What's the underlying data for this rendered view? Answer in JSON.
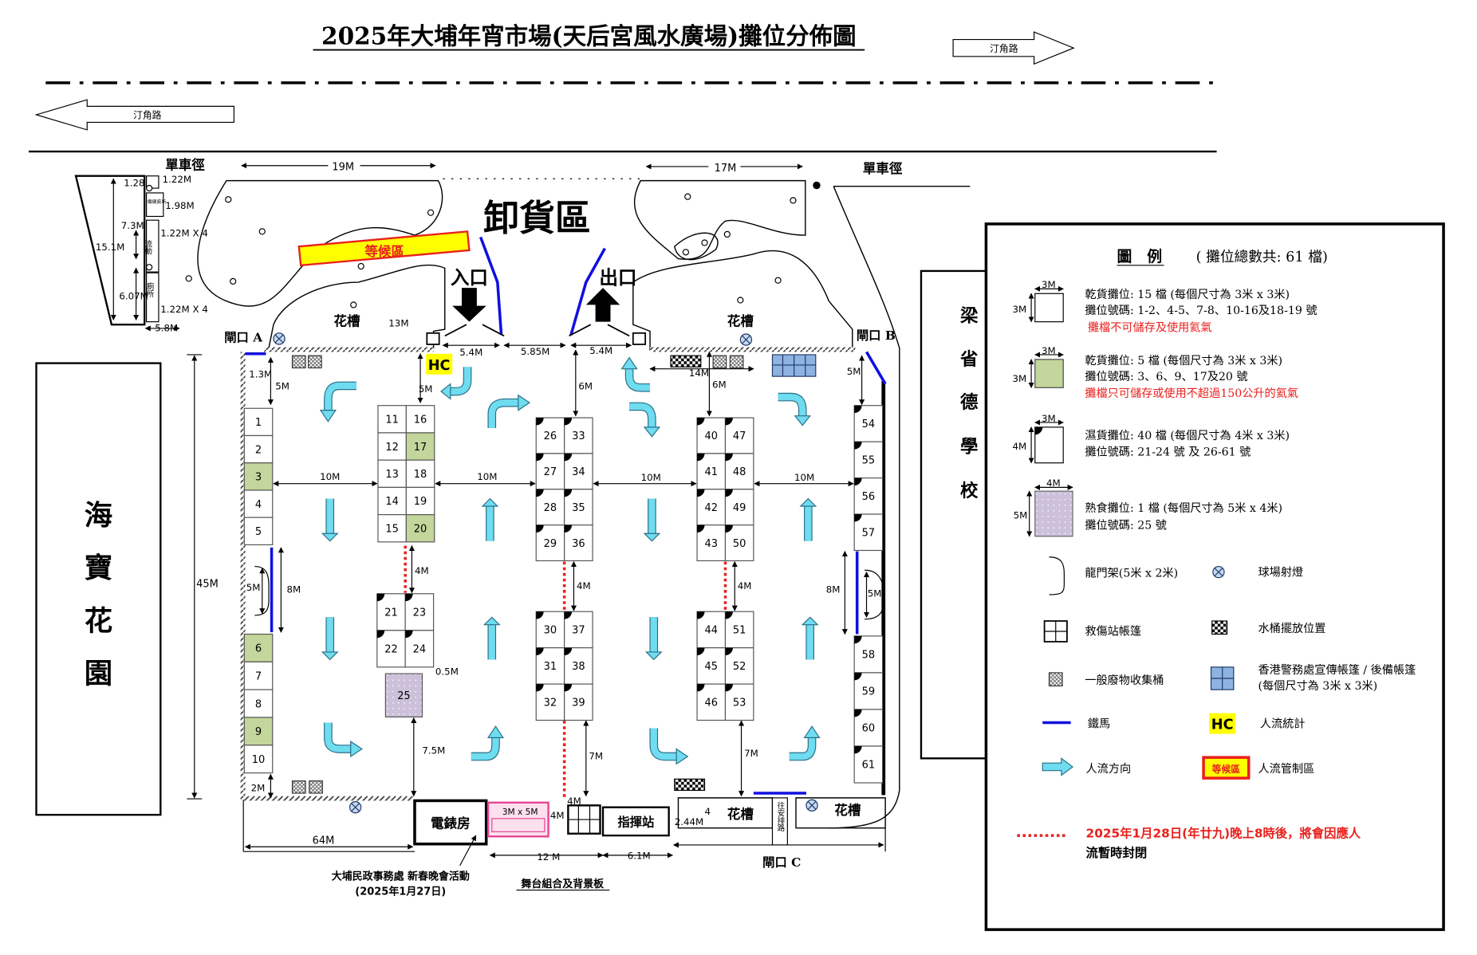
{
  "title": "2025年大埔年宵市場(天后宮風水廣場)攤位分佈圖",
  "roads": {
    "ting_kok_road_east": "汀角路",
    "ting_kok_road_west": "汀角路"
  },
  "cycle_track_left": "單車徑",
  "cycle_track_right": "單車徑",
  "buildings": {
    "hoi_bo_garden": [
      "海",
      "寶",
      "花",
      "園"
    ],
    "school": [
      "梁",
      "省",
      "德",
      "學",
      "校"
    ]
  },
  "areas": {
    "unloading": "卸貨區",
    "waiting": "等候區",
    "entrance": "入口",
    "exit": "出口",
    "planter": "花槽",
    "gate_a": "閘口 A",
    "gate_b": "閘口 B",
    "gate_c": "閘口 C",
    "hc": "HC",
    "electric_room": "電錶房",
    "command_post": "指揮站",
    "stage_size": "3M x 5M",
    "access_road": "往安排路"
  },
  "toilets": {
    "accessible": "傷健廁所",
    "mobile": "流動",
    "toilet": "廁所",
    "d_122": "1.22M",
    "d_198": "1.98M",
    "d_122x4a": "1.22M X 4",
    "d_122x4b": "1.22M X 4",
    "d_128": "1.28",
    "d_73": "7.3M",
    "d_151": "15.1M",
    "d_607": "6.07M",
    "d_58": "5.8M"
  },
  "dimensions": {
    "d19": "19M",
    "d17": "17M",
    "d13": "13M",
    "d54a": "5.4M",
    "d585": "5.85M",
    "d54b": "5.4M",
    "d14": "14M",
    "d13b": "1.3M",
    "d5a": "5M",
    "d5b": "5M",
    "d6a": "6M",
    "d6b": "6M",
    "d5c": "5M",
    "d10a": "10M",
    "d10b": "10M",
    "d10c": "10M",
    "d10d": "10M",
    "d45": "45M",
    "d5side": "5M",
    "d8a": "8M",
    "d4a": "4M",
    "d4b": "4M",
    "d4c": "4M",
    "d8b": "8M",
    "d5right": "5M",
    "d05": "0.5M",
    "d75": "7.5M",
    "d7a": "7M",
    "d7b": "7M",
    "d2": "2M",
    "d4d": "4M",
    "d4e": "4M",
    "d4f": "4",
    "d244": "2.44M",
    "d64": "64M",
    "d12": "12 M",
    "d61": "6.1M"
  },
  "stalls": [
    {
      "no": "1",
      "type": "dry"
    },
    {
      "no": "2",
      "type": "dry"
    },
    {
      "no": "3",
      "type": "dry_helium"
    },
    {
      "no": "4",
      "type": "dry"
    },
    {
      "no": "5",
      "type": "dry"
    },
    {
      "no": "6",
      "type": "dry_helium"
    },
    {
      "no": "7",
      "type": "dry"
    },
    {
      "no": "8",
      "type": "dry"
    },
    {
      "no": "9",
      "type": "dry_helium"
    },
    {
      "no": "10",
      "type": "dry"
    },
    {
      "no": "11",
      "type": "dry"
    },
    {
      "no": "12",
      "type": "dry"
    },
    {
      "no": "13",
      "type": "dry"
    },
    {
      "no": "14",
      "type": "dry"
    },
    {
      "no": "15",
      "type": "dry"
    },
    {
      "no": "16",
      "type": "dry"
    },
    {
      "no": "17",
      "type": "dry_helium"
    },
    {
      "no": "18",
      "type": "dry"
    },
    {
      "no": "19",
      "type": "dry"
    },
    {
      "no": "20",
      "type": "dry_helium"
    },
    {
      "no": "21",
      "type": "wet"
    },
    {
      "no": "22",
      "type": "wet"
    },
    {
      "no": "23",
      "type": "wet"
    },
    {
      "no": "24",
      "type": "wet"
    },
    {
      "no": "25",
      "type": "cooked"
    },
    {
      "no": "26",
      "type": "wet"
    },
    {
      "no": "27",
      "type": "wet"
    },
    {
      "no": "28",
      "type": "wet"
    },
    {
      "no": "29",
      "type": "wet"
    },
    {
      "no": "30",
      "type": "wet"
    },
    {
      "no": "31",
      "type": "wet"
    },
    {
      "no": "32",
      "type": "wet"
    },
    {
      "no": "33",
      "type": "wet"
    },
    {
      "no": "34",
      "type": "wet"
    },
    {
      "no": "35",
      "type": "wet"
    },
    {
      "no": "36",
      "type": "wet"
    },
    {
      "no": "37",
      "type": "wet"
    },
    {
      "no": "38",
      "type": "wet"
    },
    {
      "no": "39",
      "type": "wet"
    },
    {
      "no": "40",
      "type": "wet"
    },
    {
      "no": "41",
      "type": "wet"
    },
    {
      "no": "42",
      "type": "wet"
    },
    {
      "no": "43",
      "type": "wet"
    },
    {
      "no": "44",
      "type": "wet"
    },
    {
      "no": "45",
      "type": "wet"
    },
    {
      "no": "46",
      "type": "wet"
    },
    {
      "no": "47",
      "type": "wet"
    },
    {
      "no": "48",
      "type": "wet"
    },
    {
      "no": "49",
      "type": "wet"
    },
    {
      "no": "50",
      "type": "wet"
    },
    {
      "no": "51",
      "type": "wet"
    },
    {
      "no": "52",
      "type": "wet"
    },
    {
      "no": "53",
      "type": "wet"
    },
    {
      "no": "54",
      "type": "wet"
    },
    {
      "no": "55",
      "type": "wet"
    },
    {
      "no": "56",
      "type": "wet"
    },
    {
      "no": "57",
      "type": "wet"
    },
    {
      "no": "58",
      "type": "wet"
    },
    {
      "no": "59",
      "type": "wet"
    },
    {
      "no": "60",
      "type": "wet"
    },
    {
      "no": "61",
      "type": "wet"
    }
  ],
  "colors": {
    "dry": "#ffffff",
    "dry_helium": "#c3d69b",
    "wet": "#ffffff",
    "cooked": "#ccc0da",
    "flow": "#6fdcf0",
    "barrier": "#1010e0",
    "police_tent": "#8db3e2",
    "hc_bg": "#ffff00",
    "waiting_bg": "#ffff00"
  },
  "bottom": {
    "event": "大埔民政事務處 新春晚會活動",
    "event_date": "(2025年1月27日)",
    "stage": "舞台組合及背景板"
  },
  "legend": {
    "title": "圖　例",
    "total": "( 攤位總數共:  61 檔)",
    "dry": {
      "size_w": "3M",
      "size_h": "3M",
      "line1": "乾貨攤位:  15 檔 (每個尺寸為 3米 x 3米)",
      "line2": "攤位號碼:  1-2、4-5、7-8、10-16及18-19 號",
      "warning": "攤檔不可儲存及使用氦氣"
    },
    "dry_helium": {
      "size_w": "3M",
      "size_h": "3M",
      "line1": "乾貨攤位:  5 檔 (每個尺寸為 3米 x 3米)",
      "line2": "攤位號碼:  3、6、9、17及20 號",
      "warning": "攤檔只可儲存或使用不超過150公升的氦氣"
    },
    "wet": {
      "size_w": "3M",
      "size_h": "4M",
      "line1": "濕貨攤位:  40 檔 (每個尺寸為 4米 x 3米)",
      "line2": "攤位號碼:  21-24 號 及 26-61 號"
    },
    "cooked": {
      "size_w": "4M",
      "size_h": "5M",
      "line1": "熟食攤位:  1 檔 (每個尺寸為 5米 x 4米)",
      "line2": "攤位號碼:  25 號"
    },
    "gantry": "龍門架(5米 x 2米)",
    "floodlight": "球場射燈",
    "first_aid": "救傷站帳篷",
    "bucket": "水桶擺放位置",
    "waste_bin": "一般廢物收集桶",
    "police_tent": "香港警務處宣傳帳篷 / 後備帳篷",
    "police_tent_size": "(每個尺寸為 3米 x 3米)",
    "barrier": "鐵馬",
    "hc_label": "HC",
    "headcount": "人流統計",
    "flow": "人流方向",
    "waiting_label": "等候區",
    "crowd_control": "人流管制區",
    "closure_note_1": "2025年1月28日(年廿九)晚上8時後，將會因應人",
    "closure_note_2": "流暫時封閉"
  }
}
